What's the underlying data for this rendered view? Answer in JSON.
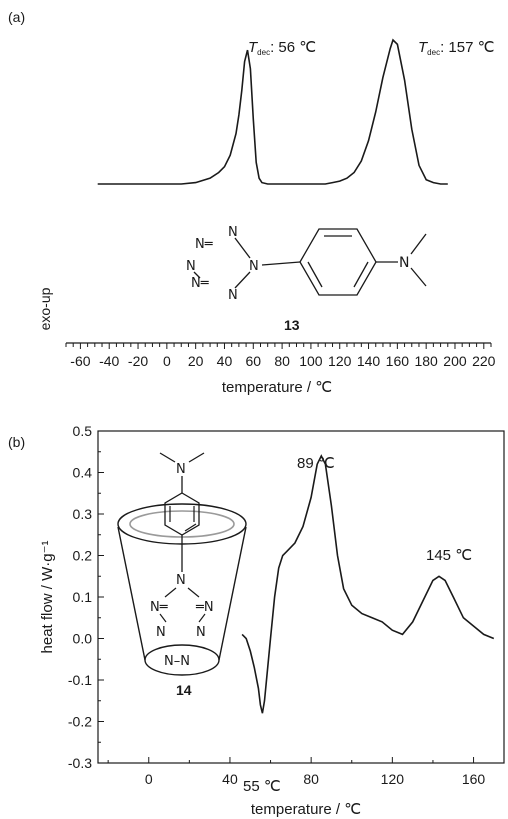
{
  "panels": {
    "a": {
      "label": "(a)",
      "ylabel": "exo-up",
      "xlabel": "temperature / ℃",
      "compound_label": "13",
      "peak_labels": [
        {
          "sym": "T",
          "sub": "dec",
          "text": ": 56 ℃"
        },
        {
          "sym": "T",
          "sub": "dec",
          "text": ": 157 ℃"
        }
      ]
    },
    "b": {
      "label": "(b)",
      "ylabel": "heat flow / W·g⁻¹",
      "xlabel": "temperature / ℃",
      "compound_label": "14",
      "annotations": [
        "89 ℃",
        "145 ℃",
        "55 ℃"
      ]
    }
  },
  "molecule_atoms": {
    "n": "N",
    "n_equals": "N═",
    "equals_n": "═N",
    "n_dash_n": "N–N",
    "n_eq_n": "N═N"
  },
  "chart_data": [
    {
      "type": "line",
      "panel": "a",
      "title": "",
      "xlabel": "temperature / ℃",
      "ylabel": "exo-up",
      "xlim": [
        -70,
        225
      ],
      "x_ticks": [
        -60,
        -40,
        -20,
        0,
        20,
        40,
        60,
        80,
        100,
        120,
        140,
        160,
        180,
        200,
        220
      ],
      "y_ticks_shown": false,
      "grid": false,
      "series": [
        {
          "x": [
            -48,
            -30,
            -10,
            10,
            20,
            30,
            36,
            40,
            44,
            48,
            50,
            52,
            54,
            56,
            58,
            60,
            62,
            64,
            66,
            70,
            75,
            80,
            85,
            90,
            95,
            100,
            105,
            110,
            115,
            120,
            125,
            130,
            135,
            140,
            145,
            150,
            155,
            157,
            160,
            165,
            170,
            175,
            180,
            185,
            190,
            195
          ],
          "y": [
            0.0,
            0.0,
            0.0,
            0.0,
            0.01,
            0.04,
            0.08,
            0.12,
            0.2,
            0.35,
            0.48,
            0.65,
            0.85,
            0.93,
            0.8,
            0.45,
            0.15,
            0.04,
            0.01,
            0.0,
            0.0,
            0.0,
            0.0,
            0.0,
            0.0,
            0.0,
            0.0,
            0.0,
            0.01,
            0.02,
            0.04,
            0.08,
            0.16,
            0.3,
            0.5,
            0.74,
            0.94,
            1.0,
            0.97,
            0.72,
            0.38,
            0.13,
            0.03,
            0.01,
            0.0,
            0.0
          ]
        }
      ]
    },
    {
      "type": "line",
      "panel": "b",
      "title": "",
      "xlabel": "temperature / ℃",
      "ylabel": "heat flow / W·g⁻¹",
      "xlim": [
        -25,
        175
      ],
      "ylim": [
        -0.3,
        0.5
      ],
      "x_ticks": [
        0,
        40,
        80,
        120,
        160
      ],
      "y_ticks": [
        -0.3,
        -0.2,
        -0.1,
        0.0,
        0.1,
        0.2,
        0.3,
        0.4,
        0.5
      ],
      "y_tick_labels": [
        "-0.3",
        "-0.2",
        "-0.1",
        "0.0",
        "0.1",
        "0.2",
        "0.3",
        "0.4",
        "0.5"
      ],
      "grid": false,
      "series": [
        {
          "x": [
            46,
            48,
            50,
            52,
            54,
            55,
            56,
            57,
            58,
            60,
            62,
            64,
            66,
            68,
            72,
            76,
            80,
            83,
            85,
            87,
            90,
            93,
            96,
            100,
            105,
            110,
            115,
            120,
            125,
            130,
            135,
            140,
            143,
            146,
            150,
            155,
            160,
            165,
            170
          ],
          "y": [
            0.01,
            0.0,
            -0.03,
            -0.07,
            -0.12,
            -0.16,
            -0.18,
            -0.15,
            -0.1,
            0.0,
            0.1,
            0.17,
            0.2,
            0.21,
            0.23,
            0.27,
            0.34,
            0.42,
            0.44,
            0.42,
            0.32,
            0.2,
            0.12,
            0.08,
            0.06,
            0.05,
            0.04,
            0.02,
            0.01,
            0.04,
            0.09,
            0.14,
            0.15,
            0.14,
            0.1,
            0.05,
            0.03,
            0.01,
            0.0
          ]
        }
      ],
      "annotations": [
        {
          "x": 89,
          "y": 0.44,
          "text": "89 ℃"
        },
        {
          "x": 145,
          "y": 0.15,
          "text": "145 ℃"
        },
        {
          "x": 55,
          "y": -0.18,
          "text": "55 ℃"
        }
      ]
    }
  ]
}
